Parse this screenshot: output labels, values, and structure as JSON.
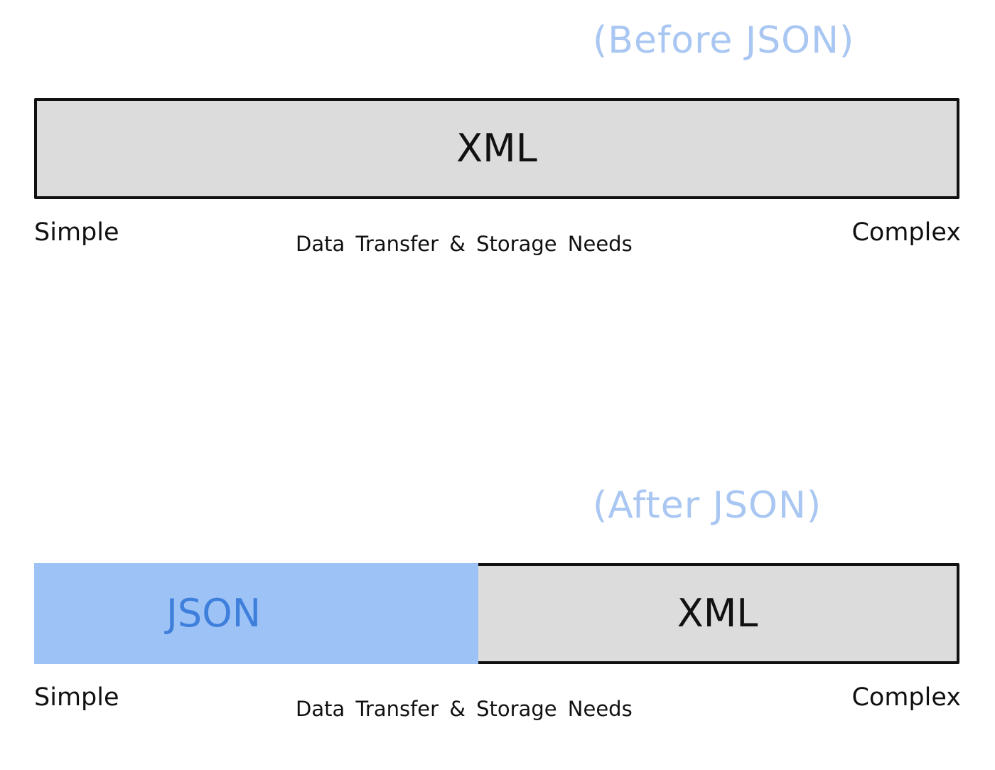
{
  "diagram": {
    "before": {
      "caption": "(Before JSON)",
      "segments": [
        {
          "label": "XML",
          "share": 1.0,
          "color": "#dcdcdc"
        }
      ],
      "left_end": "Simple",
      "right_end": "Complex",
      "axis_label": "Data Transfer  & Storage Needs"
    },
    "after": {
      "caption": "(After JSON)",
      "segments": [
        {
          "label": "JSON",
          "share": 0.48,
          "color": "#9dc3f6"
        },
        {
          "label": "XML",
          "share": 0.52,
          "color": "#dcdcdc"
        }
      ],
      "left_end": "Simple",
      "right_end": "Complex",
      "axis_label": "Data Transfer  & Storage Needs"
    }
  },
  "colors": {
    "caption": "#a9c7f2",
    "json_text": "#3f7fdc",
    "bar_border": "#111111"
  }
}
